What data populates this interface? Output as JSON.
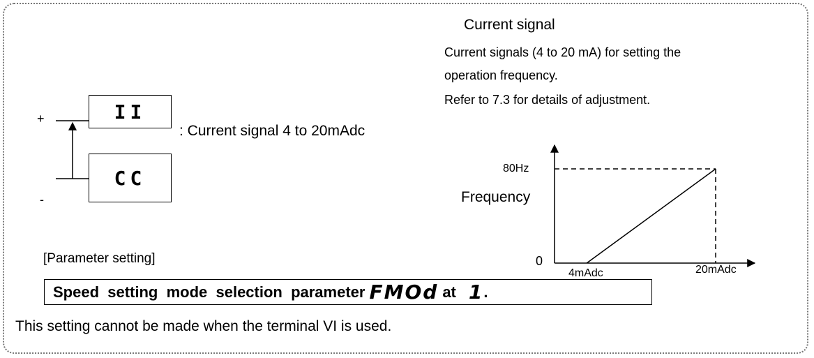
{
  "signal": {
    "title": "Current  signal",
    "line1": "Current signals (4 to 20 mA) for setting the",
    "line2": "operation frequency.",
    "line3": "Refer to 7.3 for details of adjustment."
  },
  "terminals": {
    "plus": "+",
    "minus": "-",
    "ii_label": "II",
    "cc_label": "CC",
    "description": ": Current  signal  4  to  20mAdc"
  },
  "graph": {
    "y_top_label": "80Hz",
    "y_axis_label": "Frequency",
    "origin_label": "0",
    "x_start_label": "4mAdc",
    "x_end_label": "20mAdc"
  },
  "chart_data": {
    "type": "line",
    "x": [
      4,
      20
    ],
    "y": [
      0,
      80
    ],
    "ylabel": "Frequency",
    "x_tick_labels": [
      "4mAdc",
      "20mAdc"
    ],
    "y_tick_labels": [
      "0",
      "80Hz"
    ]
  },
  "parameter": {
    "heading": "[Parameter  setting]",
    "prefix": "Speed  setting  mode  selection  parameter",
    "code": "FMOd",
    "middle": "at",
    "value": "1",
    "suffix": "."
  },
  "note": "This  setting  cannot  be  made  when  the  terminal  VI  is  used."
}
